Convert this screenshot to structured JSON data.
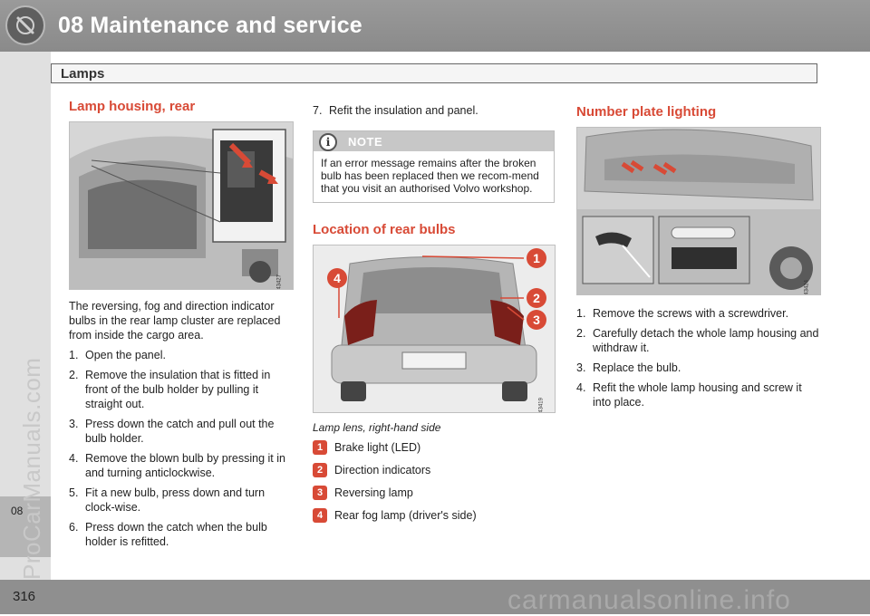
{
  "header": {
    "title": "08 Maintenance and service"
  },
  "section": {
    "title": "Lamps"
  },
  "side": {
    "tab": "08",
    "watermark": "ProCarManuals.com"
  },
  "footer": {
    "page": "316",
    "watermark": "carmanualsonline.info"
  },
  "col1": {
    "heading": "Lamp housing, rear",
    "image_code": "G043427",
    "intro": "The reversing, fog and direction indicator bulbs in the rear lamp cluster are replaced from inside the cargo area.",
    "steps": [
      {
        "num": "1.",
        "text": "Open the panel."
      },
      {
        "num": "2.",
        "text": "Remove the insulation that is fitted in front of the bulb holder by pulling it straight out."
      },
      {
        "num": "3.",
        "text": "Press down the catch and pull out the bulb holder."
      },
      {
        "num": "4.",
        "text": "Remove the blown bulb by pressing it in and turning anticlockwise."
      },
      {
        "num": "5.",
        "text": "Fit a new bulb, press down and turn clock-wise."
      },
      {
        "num": "6.",
        "text": "Press down the catch when the bulb holder is refitted."
      }
    ]
  },
  "col2": {
    "step7": {
      "num": "7.",
      "text": "Refit the insulation and panel."
    },
    "note": {
      "title": "NOTE",
      "body": "If an error message remains after the broken bulb has been replaced then we recom-mend that you visit an authorised Volvo workshop."
    },
    "heading": "Location of rear bulbs",
    "image_code": "G043419",
    "caption": "Lamp lens, right-hand side",
    "legend": [
      {
        "num": "1",
        "text": "Brake light (LED)"
      },
      {
        "num": "2",
        "text": "Direction indicators"
      },
      {
        "num": "3",
        "text": "Reversing lamp"
      },
      {
        "num": "4",
        "text": "Rear fog lamp (driver's side)"
      }
    ]
  },
  "col3": {
    "heading": "Number plate lighting",
    "image_code": "G043424",
    "steps": [
      {
        "num": "1.",
        "text": "Remove the screws with a screwdriver."
      },
      {
        "num": "2.",
        "text": "Carefully detach the whole lamp housing and withdraw it."
      },
      {
        "num": "3.",
        "text": "Replace the bulb."
      },
      {
        "num": "4.",
        "text": "Refit the whole lamp housing and screw it into place."
      }
    ]
  },
  "colors": {
    "accent": "#d84a36",
    "header_grey": "#8f8f8f"
  }
}
